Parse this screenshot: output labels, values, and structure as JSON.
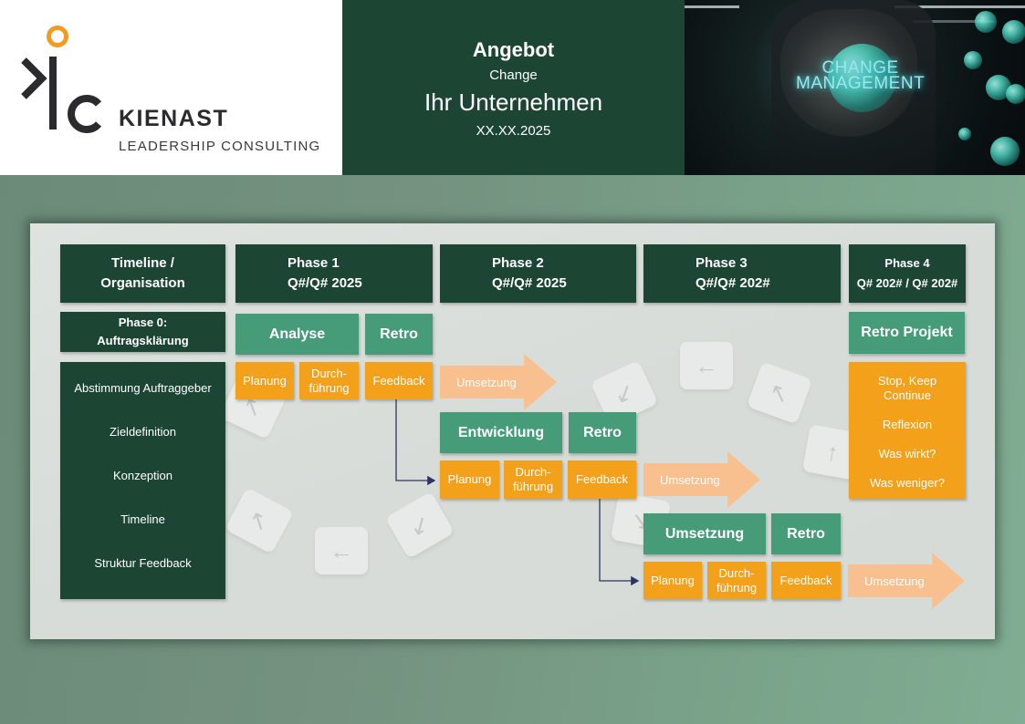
{
  "header": {
    "logo": {
      "wordmark": "KIENAST",
      "tagline": "LEADERSHIP CONSULTING",
      "accent_color": "#f39a1f"
    },
    "title": "Angebot",
    "subtitle": "Change",
    "company": "Ihr Unternehmen",
    "date": "XX.XX.2025",
    "image_caption": [
      "CHANGE",
      "MANAGEMENT"
    ]
  },
  "colors": {
    "dark_green": "#1c4533",
    "teal": "#469b79",
    "orange": "#f3a01b",
    "peach": "#f9c08f",
    "connector": "#2e3461"
  },
  "timeline": {
    "columns": [
      {
        "title": "Timeline /",
        "subtitle": "Organisation"
      },
      {
        "title": "Phase 1",
        "subtitle": "Q#/Q# 2025"
      },
      {
        "title": "Phase 2",
        "subtitle": "Q#/Q# 2025"
      },
      {
        "title": "Phase 3",
        "subtitle": "Q#/Q# 202#"
      },
      {
        "title": "Phase 4",
        "subtitle": "Q# 202# / Q# 202#"
      }
    ],
    "phase0": {
      "title": "Phase 0:",
      "subtitle": "Auftragsklärung",
      "items": [
        "Abstimmung Auftraggeber",
        "Zieldefinition",
        "Konzeption",
        "Timeline",
        "Struktur Feedback"
      ]
    },
    "stages": [
      {
        "name": "Analyse",
        "retro": "Retro",
        "steps": [
          "Planung",
          "Durch-\nführung",
          "Feedback"
        ],
        "arrow": "Umsetzung"
      },
      {
        "name": "Entwicklung",
        "retro": "Retro",
        "steps": [
          "Planung",
          "Durch-\nführung",
          "Feedback"
        ],
        "arrow": "Umsetzung"
      },
      {
        "name": "Umsetzung",
        "retro": "Retro",
        "steps": [
          "Planung",
          "Durch-\nführung",
          "Feedback"
        ],
        "arrow": "Umsetzung"
      }
    ],
    "retro_project": {
      "title": "Retro Projekt",
      "items": [
        "Stop, Keep\nContinue",
        "Reflexion",
        "Was wirkt?",
        "Was weniger?"
      ]
    }
  }
}
